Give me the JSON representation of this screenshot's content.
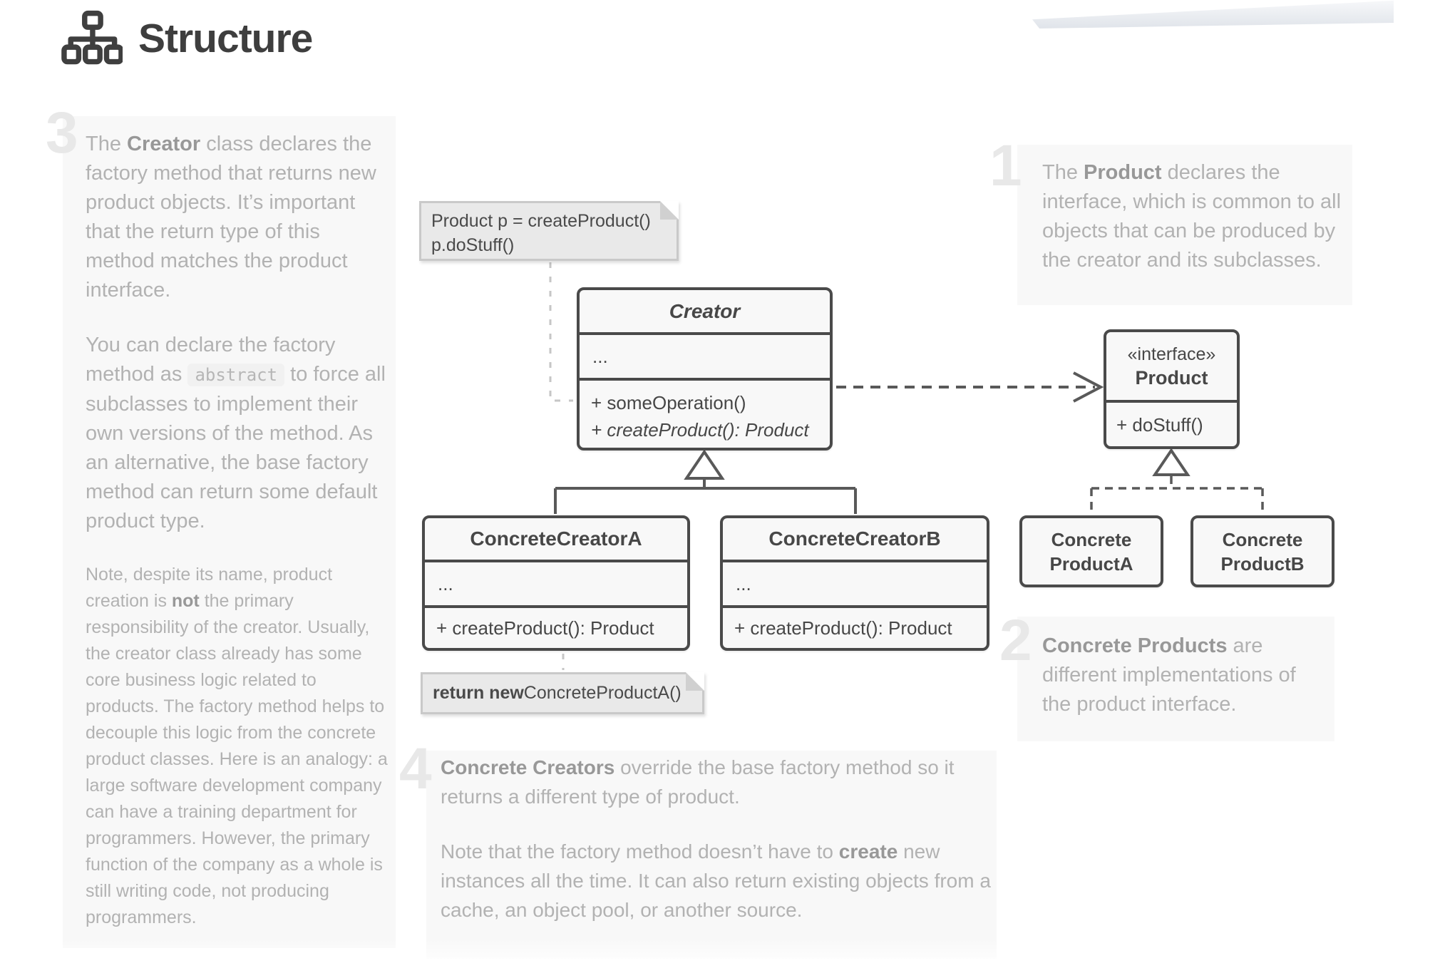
{
  "header": {
    "title": "Structure"
  },
  "colors": {
    "box_border": "#4a4a4a",
    "box_fill": "#f8f8f8",
    "note_fill": "#e9e9e9",
    "note_border": "#c9c9c9",
    "panel_fill": "#f8f8f8",
    "connector_dark": "#595959",
    "connector_light": "#c6c6c6",
    "text_dark": "#474747",
    "text_muted": "#b2b2b2",
    "numeral": "#e8e8e8"
  },
  "diagram": {
    "note_client": {
      "line1": "Product p = createProduct()",
      "line2": "p.doStuff()"
    },
    "creator": {
      "title": "Creator",
      "fields": "...",
      "method1": "+ someOperation()",
      "method2": "+ createProduct(): Product"
    },
    "product": {
      "stereotype": "«interface»",
      "name": "Product",
      "method": "+ doStuff()"
    },
    "concrete_creator_a": {
      "title": "ConcreteCreatorA",
      "fields": "...",
      "method": "+ createProduct(): Product"
    },
    "concrete_creator_b": {
      "title": "ConcreteCreatorB",
      "fields": "...",
      "method": "+ createProduct(): Product"
    },
    "concrete_product_a": {
      "line1": "Concrete",
      "line2": "ProductA"
    },
    "concrete_product_b": {
      "line1": "Concrete",
      "line2": "ProductB"
    },
    "note_return": {
      "bold": "return new",
      "rest": " ConcreteProductA()"
    }
  },
  "annotations": {
    "block1": {
      "number": "1",
      "paragraphs": [
        [
          {
            "t": "The ",
            "s": ""
          },
          {
            "t": "Product",
            "s": "b"
          },
          {
            "t": " declares the interface, which is common to all objects that can be produced by the creator and its subclasses.",
            "s": ""
          }
        ]
      ]
    },
    "block2": {
      "number": "2",
      "paragraphs": [
        [
          {
            "t": "Concrete Products",
            "s": "b"
          },
          {
            "t": " are different implementations of the product interface.",
            "s": ""
          }
        ]
      ]
    },
    "block3": {
      "number": "3",
      "paragraphs": [
        [
          {
            "t": "The ",
            "s": ""
          },
          {
            "t": "Creator",
            "s": "b"
          },
          {
            "t": " class declares the factory method that returns new product objects. It’s important that the return type of this method matches the product interface.",
            "s": ""
          }
        ],
        [
          {
            "t": "You can declare the factory method as ",
            "s": ""
          },
          {
            "t": "abstract",
            "s": "c"
          },
          {
            "t": " to force all subclasses to implement their own versions of the method. As an alternative, the base factory method can return some default product type.",
            "s": ""
          }
        ],
        [
          {
            "t": "Note, despite its name, product creation is ",
            "s": ""
          },
          {
            "t": "not",
            "s": "b"
          },
          {
            "t": " the primary responsibility of the creator. Usually, the creator class already has some core business logic related to products. The factory method helps to decouple this logic from the concrete product classes. Here is an analogy: a large software development company can have a training department for programmers. However, the primary function of the company as a whole is still writing code, not producing programmers.",
            "s": ""
          }
        ]
      ]
    },
    "block4": {
      "number": "4",
      "paragraphs": [
        [
          {
            "t": "Concrete Creators",
            "s": "b"
          },
          {
            "t": " override the base factory method so it returns a different type of product.",
            "s": ""
          }
        ],
        [
          {
            "t": "Note that the factory method doesn’t have to ",
            "s": ""
          },
          {
            "t": "create",
            "s": "b"
          },
          {
            "t": " new instances all the time. It can also return existing objects from a cache, an object pool, or another source.",
            "s": ""
          }
        ]
      ]
    }
  }
}
